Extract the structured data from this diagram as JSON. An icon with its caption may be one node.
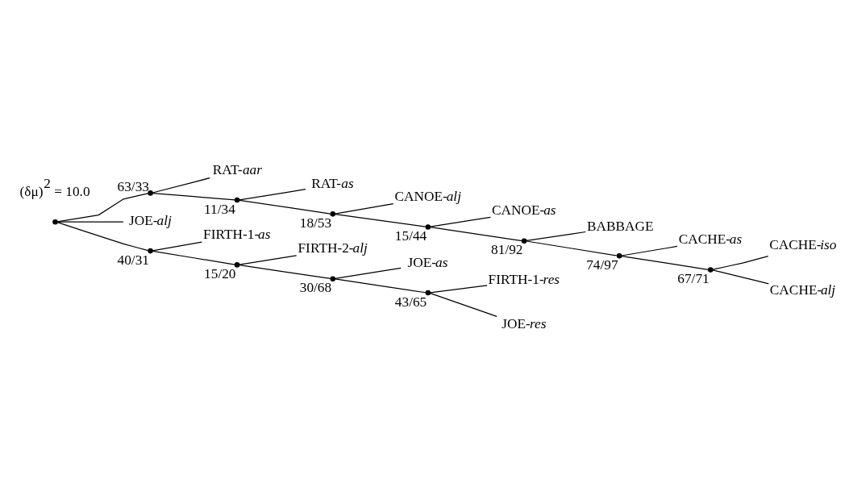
{
  "diagram": {
    "nodes": [
      {
        "text": [],
        "shape": "point"
      },
      {
        "text": [],
        "shape": "point",
        "beside": [
          "63/33"
        ]
      },
      {
        "text": [
          "RAT-*aar*"
        ]
      },
      {
        "text": [],
        "shape": "point",
        "beside": [
          "11/34"
        ]
      },
      {
        "text": [
          "RAT-*as*"
        ]
      },
      {
        "text": [],
        "shape": "point",
        "beside": [
          "18/53"
        ]
      },
      {
        "text": [
          "CANOE-*alj*"
        ]
      },
      {
        "text": [],
        "shape": "point",
        "beside": [
          "15/44"
        ]
      },
      {
        "text": [
          "CANOE-*as*"
        ]
      },
      {
        "text": [],
        "shape": "point",
        "beside": [
          "81/92"
        ]
      },
      {
        "text": [
          "BABBAGE"
        ]
      },
      {
        "text": [],
        "shape": "point",
        "beside": [
          "74/97"
        ]
      },
      {
        "text": [
          "CACHE-*as*"
        ]
      },
      {
        "text": [],
        "shape": "point",
        "beside": [
          "67/71"
        ]
      },
      {
        "text": [
          "CACHE-*iso*"
        ]
      },
      {
        "text": [
          "CACHE-*alj*"
        ]
      },
      {
        "text": [
          "JOE-*alj*"
        ]
      },
      {
        "text": [],
        "shape": "point",
        "beside": [
          "40/31"
        ]
      },
      {
        "text": [
          "FIRTH-1-*as*"
        ]
      },
      {
        "text": [],
        "shape": "point",
        "beside": [
          "15/20"
        ]
      },
      {
        "text": [
          "FIRTH-2-*alj*"
        ]
      },
      {
        "text": [],
        "shape": "point",
        "beside": [
          "30/68"
        ]
      },
      {
        "text": [
          "JOE-*as*"
        ]
      },
      {
        "text": [],
        "shape": "point",
        "beside": [
          "43/65"
        ]
      },
      {
        "text": [
          "FIRTH-1-*res*"
        ]
      },
      {
        "text": [
          "JOE-*res*"
        ]
      }
    ],
    "edges": [
      {
        "from": 0,
        "to": 1,
        "arrow": "none"
      },
      {
        "from": 1,
        "to": 2,
        "arrow": "none"
      },
      {
        "from": 1,
        "to": 3,
        "arrow": "none"
      },
      {
        "from": 3,
        "to": 4,
        "arrow": "none"
      },
      {
        "from": 3,
        "to": 5,
        "arrow": "none"
      },
      {
        "from": 5,
        "to": 6,
        "arrow": "none"
      },
      {
        "from": 5,
        "to": 7,
        "arrow": "none"
      },
      {
        "from": 7,
        "to": 8,
        "arrow": "none"
      },
      {
        "from": 7,
        "to": 9,
        "arrow": "none"
      },
      {
        "from": 9,
        "to": 10,
        "arrow": "none"
      },
      {
        "from": 9,
        "to": 11,
        "arrow": "none"
      },
      {
        "from": 11,
        "to": 12,
        "arrow": "none"
      },
      {
        "from": 11,
        "to": 13,
        "arrow": "none"
      },
      {
        "from": 13,
        "to": 14,
        "arrow": "none"
      },
      {
        "from": 13,
        "to": 15,
        "arrow": "none"
      },
      {
        "from": 0,
        "to": 16,
        "arrow": "none"
      },
      {
        "from": 0,
        "to": 17,
        "arrow": "none"
      },
      {
        "from": 17,
        "to": 18,
        "arrow": "none"
      },
      {
        "from": 17,
        "to": 19,
        "arrow": "none"
      },
      {
        "from": 19,
        "to": 20,
        "arrow": "none"
      },
      {
        "from": 19,
        "to": 21,
        "arrow": "none"
      },
      {
        "from": 21,
        "to": 22,
        "arrow": "none"
      },
      {
        "from": 21,
        "to": 23,
        "arrow": "none"
      },
      {
        "from": 23,
        "to": 24,
        "arrow": "none"
      },
      {
        "from": 23,
        "to": 25,
        "arrow": "none"
      }
    ],
    "labels": [
      "(δμ)$^{2}$ = 10.0"
    ]
  }
}
